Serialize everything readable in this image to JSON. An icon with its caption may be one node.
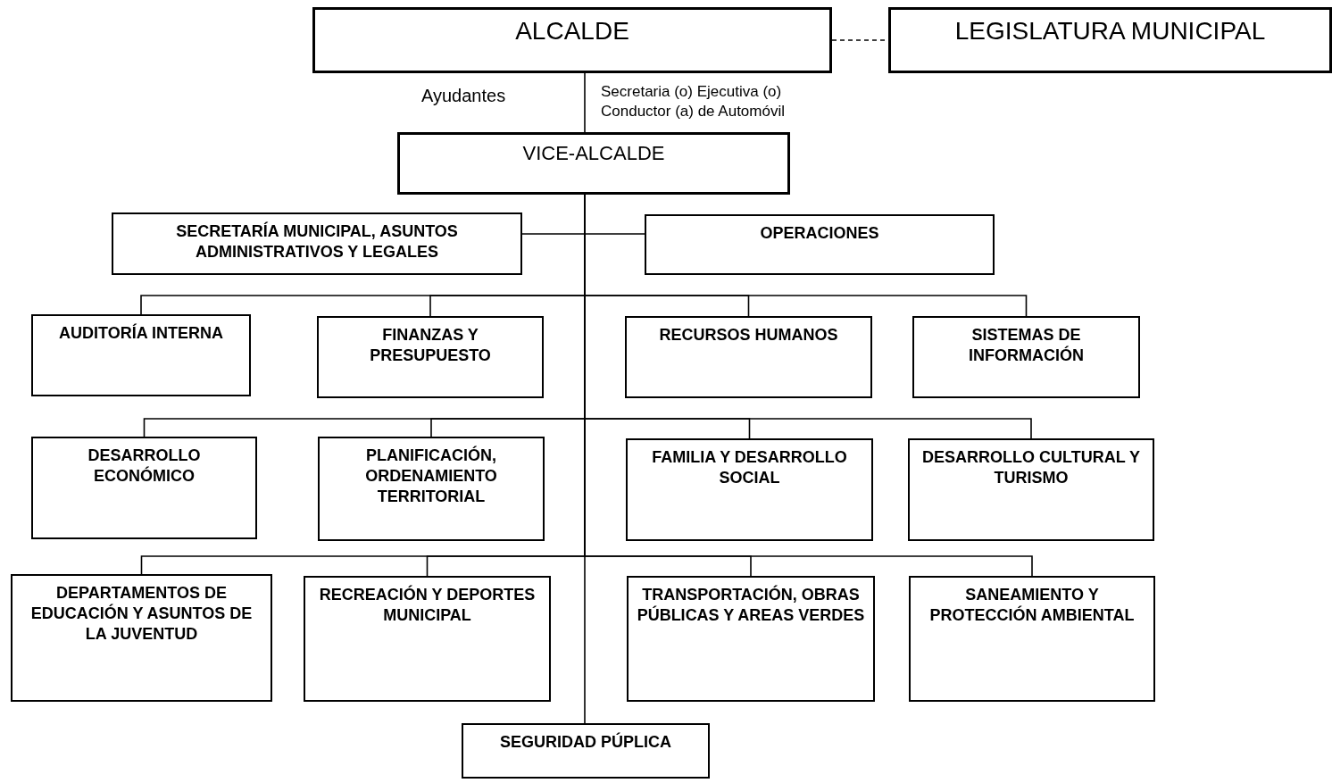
{
  "diagram": {
    "nodes": [
      {
        "text": [
          "ALCALDE"
        ]
      },
      {
        "text": [
          "LEGISLATURA MUNICIPAL"
        ]
      },
      {
        "text": [
          "VICE-ALCALDE"
        ]
      },
      {
        "text": [
          "SECRETARÍA MUNICIPAL, ASUNTOS ADMINISTRATIVOS Y LEGALES"
        ]
      },
      {
        "text": [
          "OPERACIONES"
        ]
      },
      {
        "text": [
          "AUDITORÍA INTERNA"
        ]
      },
      {
        "text": [
          "FINANZAS Y PRESUPUESTO"
        ]
      },
      {
        "text": [
          "RECURSOS HUMANOS"
        ]
      },
      {
        "text": [
          "SISTEMAS DE INFORMACIÓN"
        ]
      },
      {
        "text": [
          "DESARROLLO ECONÓMICO"
        ]
      },
      {
        "text": [
          "PLANIFICACIÓN, ORDENAMIENTO TERRITORIAL"
        ]
      },
      {
        "text": [
          "FAMILIA Y DESARROLLO SOCIAL"
        ]
      },
      {
        "text": [
          "DESARROLLO CULTURAL Y TURISMO"
        ]
      },
      {
        "text": [
          "DEPARTAMENTOS DE EDUCACIÓN Y ASUNTOS DE LA JUVENTUD"
        ]
      },
      {
        "text": [
          "RECREACIÓN Y DEPORTES MUNICIPAL"
        ]
      },
      {
        "text": [
          "TRANSPORTACIÓN, OBRAS PÚBLICAS Y AREAS VERDES"
        ]
      },
      {
        "text": [
          "SANEAMIENTO Y PROTECCIÓN AMBIENTAL"
        ]
      },
      {
        "text": [
          "SEGURIDAD PÚPLICA"
        ]
      }
    ],
    "edges": [
      {
        "from": 0,
        "to": 1,
        "arrow": "none",
        "style": "dashed"
      },
      {
        "from": 0,
        "to": 2,
        "arrow": "none"
      },
      {
        "from": 2,
        "to": 3,
        "arrow": "none"
      },
      {
        "from": 2,
        "to": 4,
        "arrow": "none"
      },
      {
        "from": 2,
        "to": 5,
        "arrow": "none"
      },
      {
        "from": 2,
        "to": 6,
        "arrow": "none"
      },
      {
        "from": 2,
        "to": 7,
        "arrow": "none"
      },
      {
        "from": 2,
        "to": 8,
        "arrow": "none"
      },
      {
        "from": 2,
        "to": 9,
        "arrow": "none"
      },
      {
        "from": 2,
        "to": 10,
        "arrow": "none"
      },
      {
        "from": 2,
        "to": 11,
        "arrow": "none"
      },
      {
        "from": 2,
        "to": 12,
        "arrow": "none"
      },
      {
        "from": 2,
        "to": 13,
        "arrow": "none"
      },
      {
        "from": 2,
        "to": 14,
        "arrow": "none"
      },
      {
        "from": 2,
        "to": 15,
        "arrow": "none"
      },
      {
        "from": 2,
        "to": 16,
        "arrow": "none"
      },
      {
        "from": 2,
        "to": 17,
        "arrow": "none"
      }
    ],
    "labels": [
      "Ayudantes",
      "Secretaria (o) Ejecutiva (o) Conductor (a) de Automóvil"
    ]
  }
}
